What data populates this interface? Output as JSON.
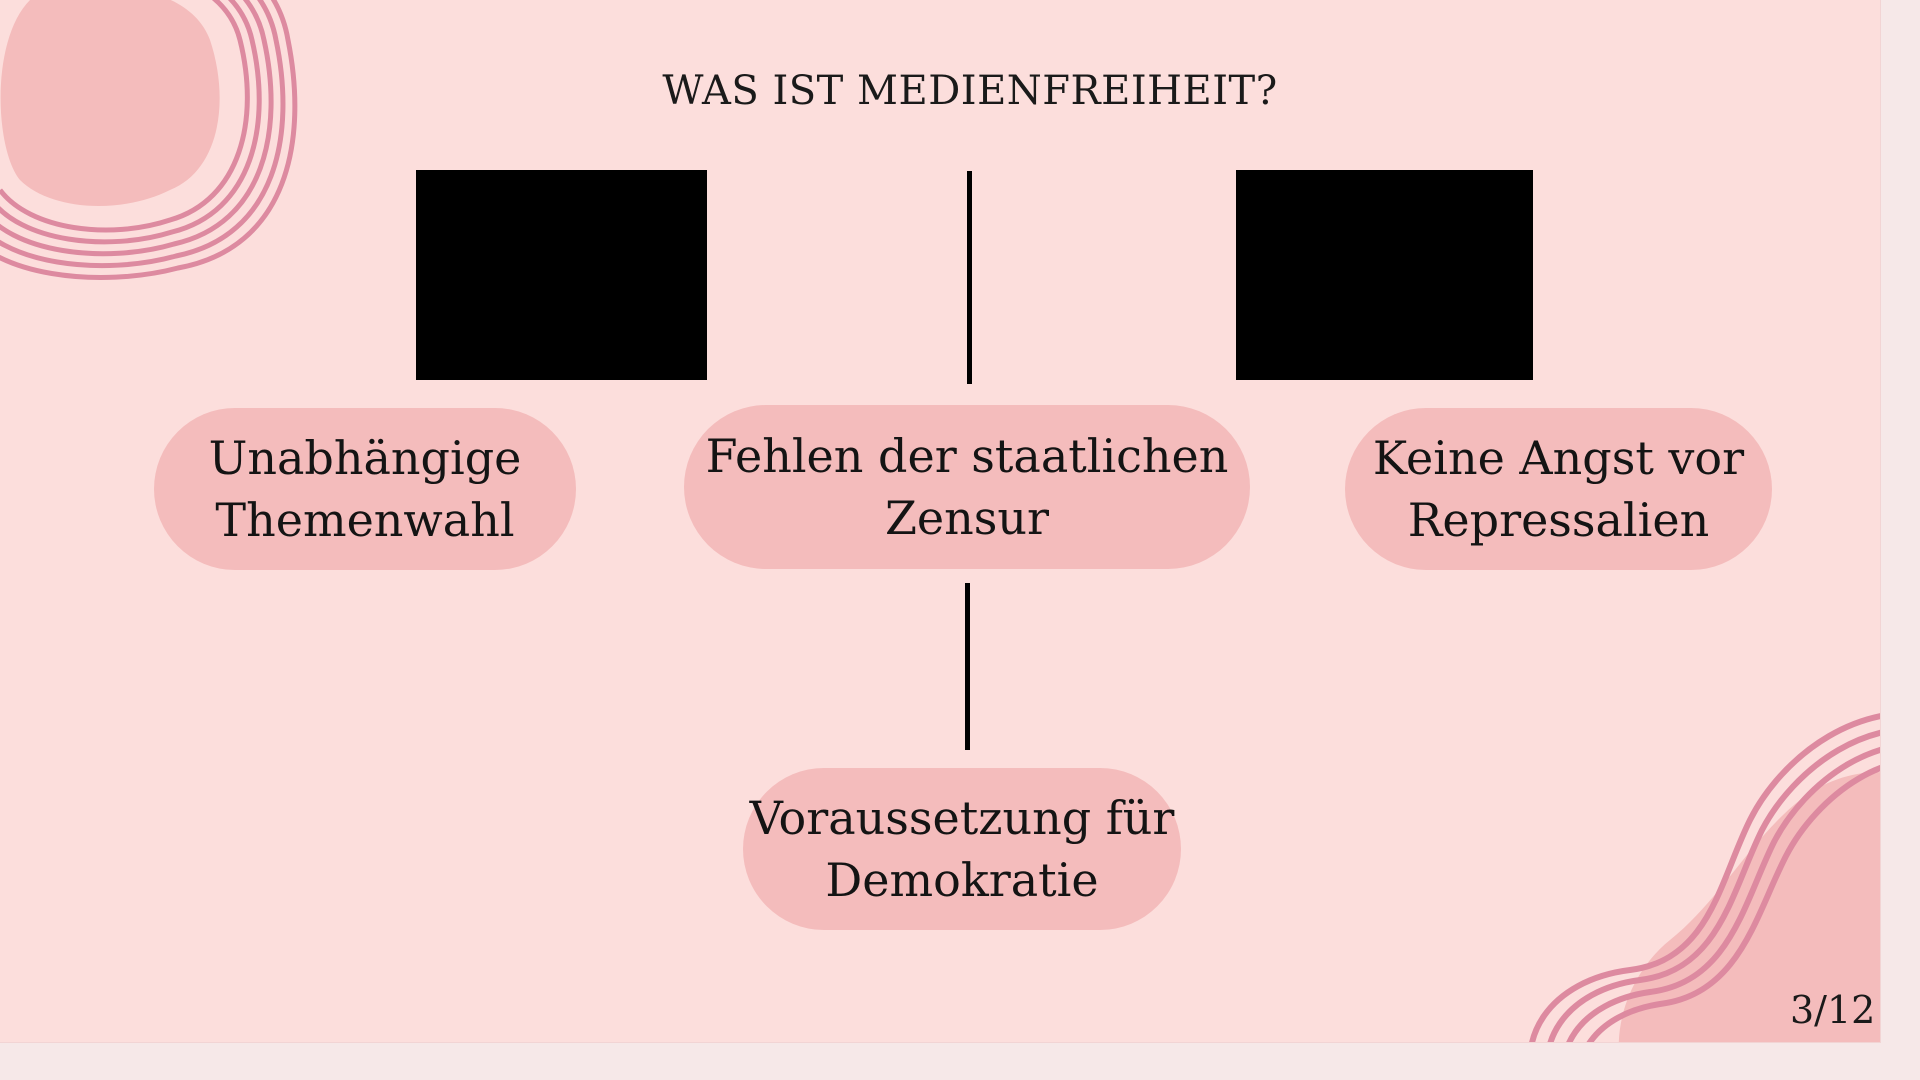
{
  "slide": {
    "title": "WAS IST MEDIENFREIHEIT?",
    "page_number": "3/12",
    "colors": {
      "background": "#fcdedc",
      "pill": "#f4bcbc",
      "decoration_stroke": "#dd8aa0",
      "decoration_fill": "#f4bcbc"
    }
  },
  "diagram": {
    "nodes": [
      {
        "line1": "Unabhängige",
        "line2": "Themenwahl"
      },
      {
        "line1": "Fehlen der staatlichen",
        "line2": "Zensur"
      },
      {
        "line1": "Keine Angst vor",
        "line2": "Repressalien"
      },
      {
        "line1": "Voraussetzung für",
        "line2": "Demokratie"
      }
    ],
    "images": [
      {
        "name": "image-placeholder-left"
      },
      {
        "name": "image-placeholder-right"
      }
    ]
  }
}
